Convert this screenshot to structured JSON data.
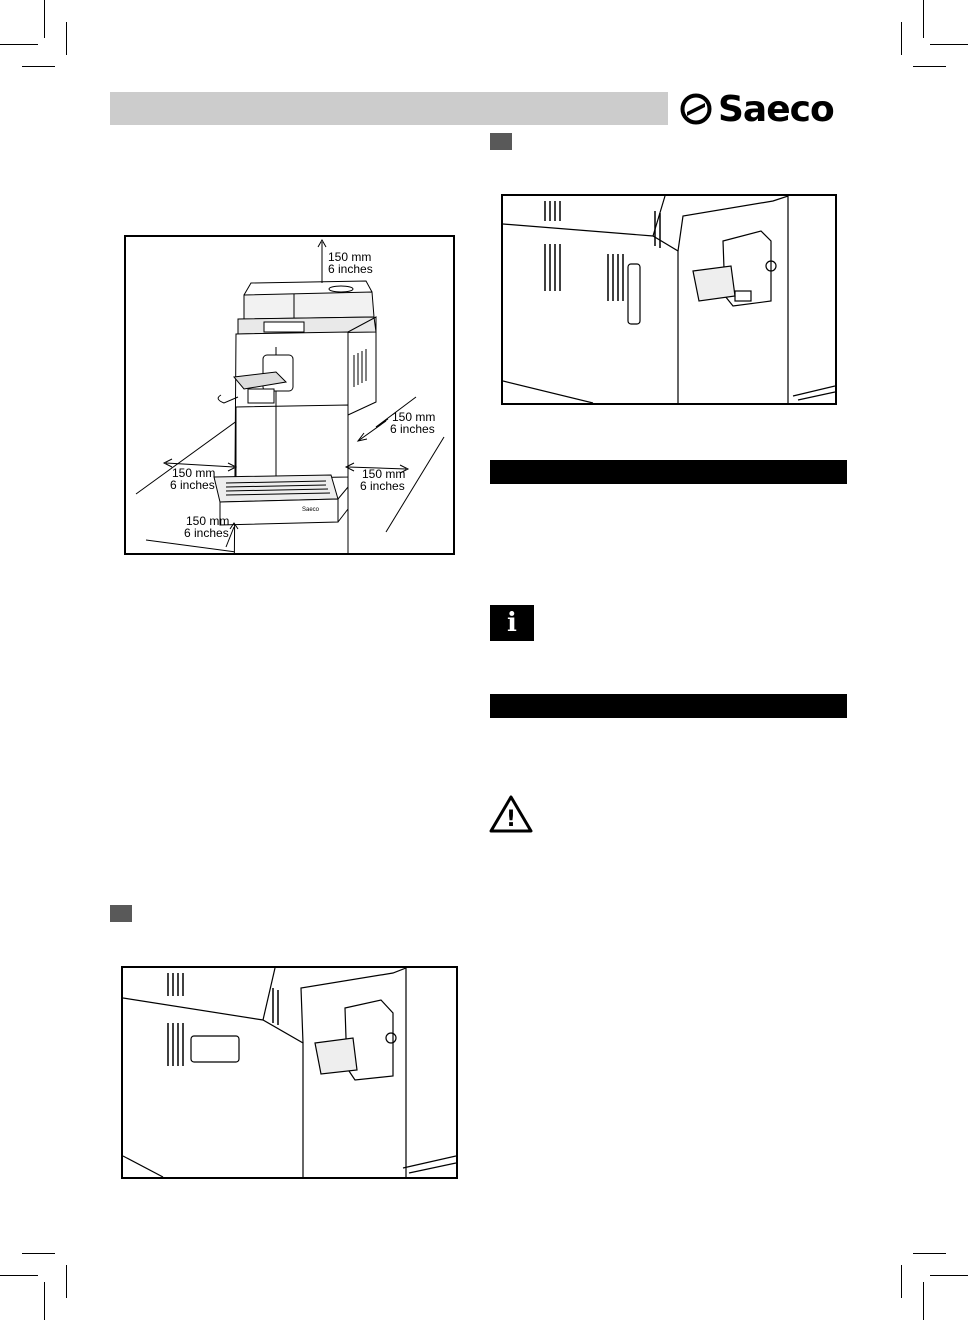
{
  "brand": {
    "name": "Saeco"
  },
  "install_figure": {
    "top_clearance": [
      "150 mm",
      "6 inches"
    ],
    "right_rear_clearance": [
      "150 mm",
      "6 inches"
    ],
    "left_clearance": [
      "150 mm",
      "6 inches"
    ],
    "right_clearance": [
      "150 mm",
      "6 inches"
    ],
    "front_clearance": [
      "150 mm",
      "6 inches"
    ],
    "panel_label": "Saeco"
  },
  "info_icon": {
    "glyph": "i"
  },
  "warning_icon": {
    "glyph": "!"
  },
  "colors": {
    "header_bar": "#cccccc",
    "step_box": "#595959",
    "section_bar": "#000000"
  }
}
